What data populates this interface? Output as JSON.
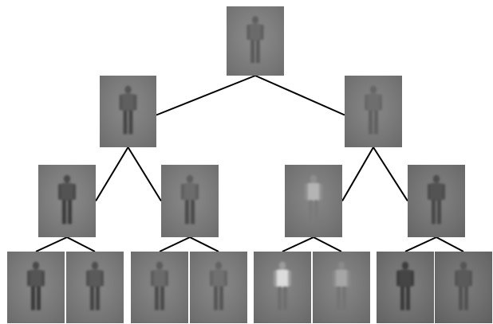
{
  "tree": {
    "levels": 4,
    "children_per_node": 2,
    "edge_color": "#000000",
    "nodes": [
      {
        "id": "root",
        "level": 0,
        "parent": null,
        "bg": "#7e7e7e",
        "body": "#5e5e5e",
        "shirt": "#6a6a6a",
        "legs": "#5a5a5a"
      },
      {
        "id": "l1-a",
        "level": 1,
        "parent": "root",
        "bg": "#7c7c7c",
        "body": "#555555",
        "shirt": "#5e5e5e",
        "legs": "#474747"
      },
      {
        "id": "l1-b",
        "level": 1,
        "parent": "root",
        "bg": "#7a7a7a",
        "body": "#666666",
        "shirt": "#6e6e6e",
        "legs": "#606060"
      },
      {
        "id": "l2-a",
        "level": 2,
        "parent": "l1-a",
        "bg": "#7d7d7d",
        "body": "#4a4a4a",
        "shirt": "#525252",
        "legs": "#3c3c3c"
      },
      {
        "id": "l2-b",
        "level": 2,
        "parent": "l1-a",
        "bg": "#7c7c7c",
        "body": "#5e5e5e",
        "shirt": "#6c6c6c",
        "legs": "#4c4c4c"
      },
      {
        "id": "l2-c",
        "level": 2,
        "parent": "l1-b",
        "bg": "#7a7a7a",
        "body": "#8e8e8e",
        "shirt": "#b4b4b4",
        "legs": "#7a7a7a"
      },
      {
        "id": "l2-d",
        "level": 2,
        "parent": "l1-b",
        "bg": "#747474",
        "body": "#4e4e4e",
        "shirt": "#535353",
        "legs": "#4a4a4a"
      },
      {
        "id": "l3-a",
        "level": 3,
        "parent": "l2-a",
        "bg": "#7b7b7b",
        "body": "#484848",
        "shirt": "#555555",
        "legs": "#3a3a3a"
      },
      {
        "id": "l3-b",
        "level": 3,
        "parent": "l2-a",
        "bg": "#7b7b7b",
        "body": "#505050",
        "shirt": "#5a5a5a",
        "legs": "#444444"
      },
      {
        "id": "l3-c",
        "level": 3,
        "parent": "l2-b",
        "bg": "#7a7a7a",
        "body": "#5c5c5c",
        "shirt": "#6a6a6a",
        "legs": "#4c4c4c"
      },
      {
        "id": "l3-d",
        "level": 3,
        "parent": "l2-b",
        "bg": "#7b7b7b",
        "body": "#636363",
        "shirt": "#707070",
        "legs": "#565656"
      },
      {
        "id": "l3-e",
        "level": 3,
        "parent": "l2-c",
        "bg": "#787878",
        "body": "#9c9c9c",
        "shirt": "#dcdcdc",
        "legs": "#6e6e6e"
      },
      {
        "id": "l3-f",
        "level": 3,
        "parent": "l2-c",
        "bg": "#797979",
        "body": "#8a8a8a",
        "shirt": "#a6a6a6",
        "legs": "#747474"
      },
      {
        "id": "l3-g",
        "level": 3,
        "parent": "l2-d",
        "bg": "#717171",
        "body": "#3e3e3e",
        "shirt": "#444444",
        "legs": "#3a3a3a"
      },
      {
        "id": "l3-h",
        "level": 3,
        "parent": "l2-d",
        "bg": "#6e6e6e",
        "body": "#545454",
        "shirt": "#5a5a5a",
        "legs": "#525252"
      }
    ]
  }
}
